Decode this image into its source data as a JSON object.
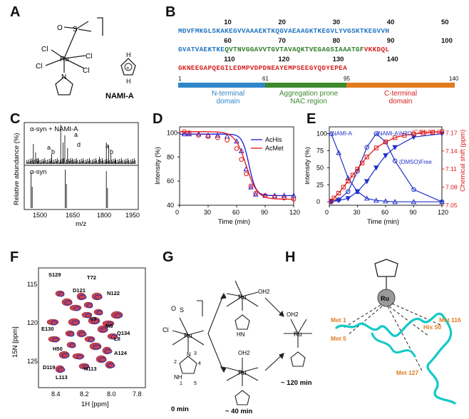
{
  "panel_labels": {
    "A": "A",
    "B": "B",
    "C": "C",
    "D": "D",
    "E": "E",
    "F": "F",
    "G": "G",
    "H": "H"
  },
  "panelA": {
    "compound": "NAMI-A",
    "atoms": {
      "s": "S",
      "o": "O",
      "ru": "Ru",
      "cl1": "Cl",
      "cl2": "Cl",
      "cl3": "Cl",
      "cl4": "Cl",
      "n": "N",
      "h1": "H",
      "h2": "H",
      "plus": "+"
    }
  },
  "panelB": {
    "numbers": [
      "10",
      "20",
      "30",
      "40",
      "50",
      "60",
      "70",
      "80",
      "90",
      "100",
      "110",
      "120",
      "130",
      "140"
    ],
    "row1_blue": "MDVFMKGLSKAKEGVVAAAEKTKQGVAEAAGKTKEGVLYVGSKTKEGVVH",
    "row2_blue": "GVATVAEKTKE",
    "row2_green": "QVTNVGGAVVTGVTAVAQKTVEGAGSIAAATGF",
    "row2_red": "VKKDQL",
    "row3_red": "GKNEEGAPQEGILEDMPVDPDNEAYEMPSEEGYQDYEPEA",
    "bar_ticks": [
      "1",
      "61",
      "95",
      "140"
    ],
    "domains": [
      {
        "name_line1": "N-terminal",
        "name_line2": "domain",
        "color": "#2f86c8"
      },
      {
        "name_line1": "Aggregation prone",
        "name_line2": "NAC region",
        "color": "#3c8a2e"
      },
      {
        "name_line1": "C-terminal",
        "name_line2": "domain",
        "color": "#e07b1f"
      }
    ],
    "colors": {
      "blue": "#1f74c2",
      "green": "#2e7d27",
      "red": "#d62020"
    }
  },
  "panelC": {
    "ylabel": "Relative abundance (%)",
    "xlabel": "m/z",
    "top_label": "α-syn + NAMI-A",
    "bottom_label": "α-syn",
    "peak_labels": [
      "a",
      "b",
      "a",
      "d",
      "a",
      "b"
    ],
    "xticks": [
      "1500",
      "1650",
      "1800",
      "1950"
    ]
  },
  "chart_data": [
    {
      "type": "line",
      "panel": "D",
      "xlabel": "Time (min)",
      "ylabel": "Intensity (%)",
      "xlim": [
        0,
        120
      ],
      "ylim": [
        40,
        105
      ],
      "xticks": [
        "0",
        "30",
        "60",
        "90",
        "120"
      ],
      "yticks": [
        "40",
        "60",
        "80",
        "100"
      ],
      "legend_position": "top-right",
      "series": [
        {
          "name": "AcHis",
          "color": "#1a1ad6",
          "marker": "triangle",
          "x": [
            5,
            10,
            20,
            30,
            40,
            50,
            60,
            65,
            70,
            75,
            80,
            90,
            100,
            110,
            120
          ],
          "y": [
            99,
            99,
            99,
            98,
            98,
            97,
            93,
            85,
            70,
            55,
            49,
            48,
            48,
            48,
            48
          ]
        },
        {
          "name": "AcMet",
          "color": "#e01515",
          "marker": "circle",
          "x": [
            5,
            10,
            20,
            30,
            40,
            50,
            60,
            65,
            70,
            75,
            80,
            90,
            100,
            110,
            120
          ],
          "y": [
            101,
            100,
            98,
            97,
            96,
            94,
            87,
            78,
            66,
            56,
            50,
            48,
            47,
            46,
            45
          ]
        }
      ]
    },
    {
      "type": "line",
      "panel": "E",
      "xlabel": "Time (min)",
      "ylabel": "Intensity (%)",
      "y2label": "Chemical shift (ppm)",
      "xlim": [
        0,
        120
      ],
      "ylim": [
        -5,
        110
      ],
      "y2lim": [
        7.05,
        7.18
      ],
      "xticks": [
        "0",
        "30",
        "60",
        "90",
        "120"
      ],
      "yticks": [
        "0",
        "25",
        "50",
        "75",
        "100"
      ],
      "y2ticks": [
        "7.05",
        "7.08",
        "7.11",
        "7.14",
        "7.17"
      ],
      "annotations": [
        "NAMI-A",
        "(NAMI-A)H2O",
        "(C4H)AcHis",
        "(DMSO)Free"
      ],
      "series": [
        {
          "name": "NAMI-A",
          "color": "#2030c8",
          "marker": "triangle",
          "x": [
            2,
            10,
            20,
            30,
            40,
            50,
            60,
            70,
            90,
            120
          ],
          "y": [
            100,
            72,
            35,
            15,
            5,
            2,
            1,
            0,
            0,
            0
          ]
        },
        {
          "name": "(NAMI-A)H2O",
          "color": "#2030c8",
          "marker": "circle",
          "x": [
            2,
            10,
            20,
            30,
            40,
            50,
            60,
            70,
            90,
            120
          ],
          "y": [
            0,
            3,
            15,
            45,
            80,
            100,
            88,
            60,
            18,
            0
          ]
        },
        {
          "name": "(DMSO)Free",
          "color": "#2030c8",
          "marker": "triangle-down",
          "x": [
            2,
            10,
            20,
            30,
            40,
            50,
            60,
            70,
            90,
            120
          ],
          "y": [
            0,
            2,
            5,
            15,
            30,
            50,
            68,
            80,
            95,
            100
          ]
        },
        {
          "name": "(C4H)AcHis",
          "color": "#e01515",
          "marker": "square",
          "axis": "right",
          "x": [
            2,
            5,
            10,
            15,
            20,
            25,
            30,
            35,
            40,
            50,
            60,
            70,
            80,
            90,
            100,
            110,
            120
          ],
          "y": [
            7.057,
            7.062,
            7.07,
            7.08,
            7.09,
            7.1,
            7.11,
            7.12,
            7.13,
            7.145,
            7.155,
            7.162,
            7.166,
            7.168,
            7.17,
            7.171,
            7.172
          ]
        }
      ]
    }
  ],
  "panelF": {
    "xlabel": "1H [ppm]",
    "ylabel": "15N [ppm]",
    "xticks": [
      "8.4",
      "8.2",
      "8.0",
      "7.8"
    ],
    "yticks": [
      "115",
      "120",
      "125"
    ],
    "residues": [
      "S129",
      "T72",
      "D121",
      "N122",
      "E130",
      "V3",
      "M5",
      "Q134",
      "L8",
      "H50",
      "A124",
      "D119",
      "N113",
      "L113"
    ]
  },
  "panelG": {
    "times": [
      "0 min",
      "~ 40 min",
      "~ 120 min"
    ],
    "atoms": {
      "ru": "Ru",
      "cl": "Cl",
      "s": "S",
      "o": "O",
      "oh2": "OH2",
      "n": "N",
      "hn": "HN",
      "nh": "NH"
    },
    "ring_numbers": [
      "2",
      "3",
      "4",
      "1",
      "5"
    ]
  },
  "panelH": {
    "metal": "Ru",
    "binding_sites": [
      "Met 1",
      "Met 5",
      "His 50",
      "Met 116",
      "Met 127"
    ],
    "label_color": "#e07b1f"
  }
}
